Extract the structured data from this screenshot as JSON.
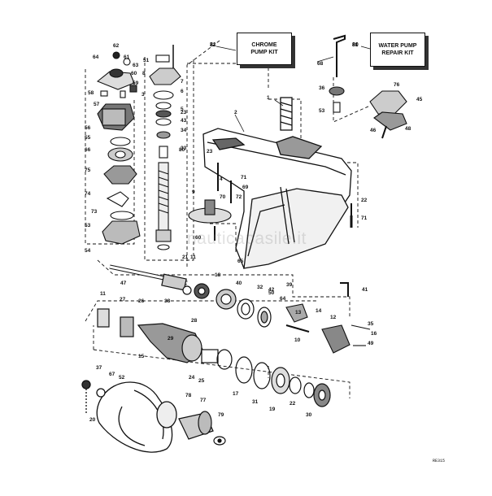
{
  "kits": {
    "chrome_pump": {
      "number": "81",
      "line1": "CHROME",
      "line2": "PUMP KIT"
    },
    "water_pump": {
      "number": "80",
      "line1": "WATER PUMP",
      "line2": "REPAIR KIT"
    }
  },
  "watermark": "nauticapasile.it",
  "drawing_code": "RE315",
  "callouts": [
    "62",
    "61",
    "64",
    "63",
    "60",
    "59",
    "58",
    "57",
    "56",
    "55",
    "66",
    "75",
    "74",
    "73",
    "53",
    "54",
    "51",
    "7",
    "8",
    "6",
    "3",
    "5",
    "43",
    "34",
    "33",
    "23",
    "2",
    "1",
    "4",
    "71",
    "69",
    "70",
    "72",
    "21",
    "9",
    "60",
    "65",
    "41",
    "11",
    "39",
    "47",
    "18",
    "38",
    "40",
    "32",
    "50",
    "64",
    "14",
    "13",
    "11",
    "27",
    "26",
    "28",
    "29",
    "35",
    "16",
    "49",
    "12",
    "10",
    "15",
    "24",
    "25",
    "17",
    "31",
    "22",
    "19",
    "30",
    "37",
    "67",
    "52",
    "78",
    "77",
    "79",
    "20",
    "68",
    "36",
    "53",
    "76",
    "45",
    "48",
    "46",
    "22",
    "71",
    "72",
    "81",
    "80",
    "23",
    "42",
    "44"
  ]
}
